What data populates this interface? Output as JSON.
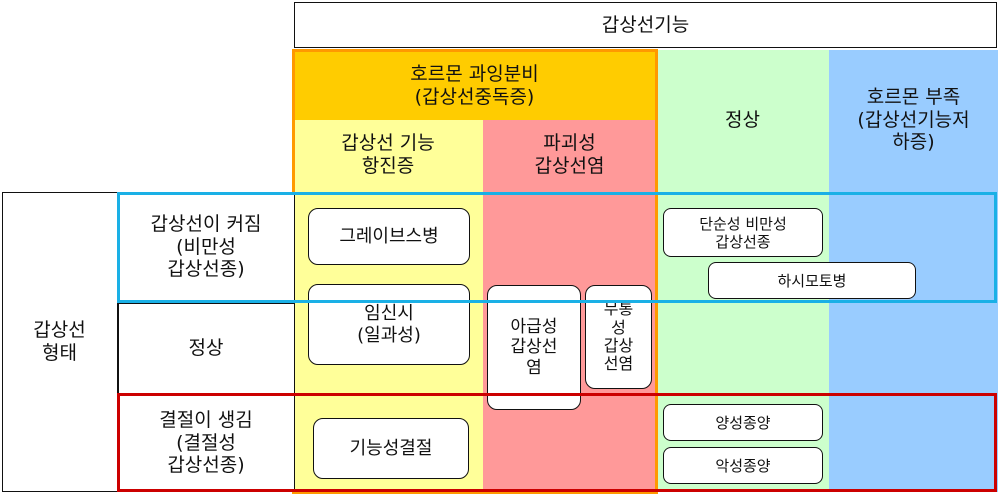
{
  "top_header": "갑상선기능",
  "columns": {
    "hyper": "호르몬 과잉분비\n(갑상선중독증)",
    "hyper_sub": "갑상선 기능\n항진증",
    "destructive": "파괴성\n갑상선염",
    "normal": "정상",
    "hypo": "호르몬 부족\n(갑상선기능저\n하증)"
  },
  "rows": {
    "group": "갑상선\n형태",
    "enlarged": "갑상선이 커짐\n(비만성\n갑상선종)",
    "normal": "정상",
    "nodule": "결절이 생김\n(결절성\n갑상선종)"
  },
  "diseases": {
    "graves": "그레이브스병",
    "pregnancy": "임신시\n(일과성)",
    "subacute": "아급성\n갑상선\n염",
    "painless": "무통\n성\n갑상\n선염",
    "simple_goiter": "단순성 비만성\n갑상선종",
    "hashimoto": "하시모토병",
    "functional_nodule": "기능성결절",
    "benign_tumor": "양성종양",
    "malignant_tumor": "악성종양"
  },
  "colors": {
    "hyper_header": "#ffcc00",
    "hyper_body": "#ffff99",
    "destructive": "#ff9999",
    "normal": "#ccffcc",
    "hypo": "#99ccff",
    "enlarged_frame": "#1ab0e6",
    "nodule_frame": "#cc0000",
    "hyper_outline": "#ff9900"
  }
}
